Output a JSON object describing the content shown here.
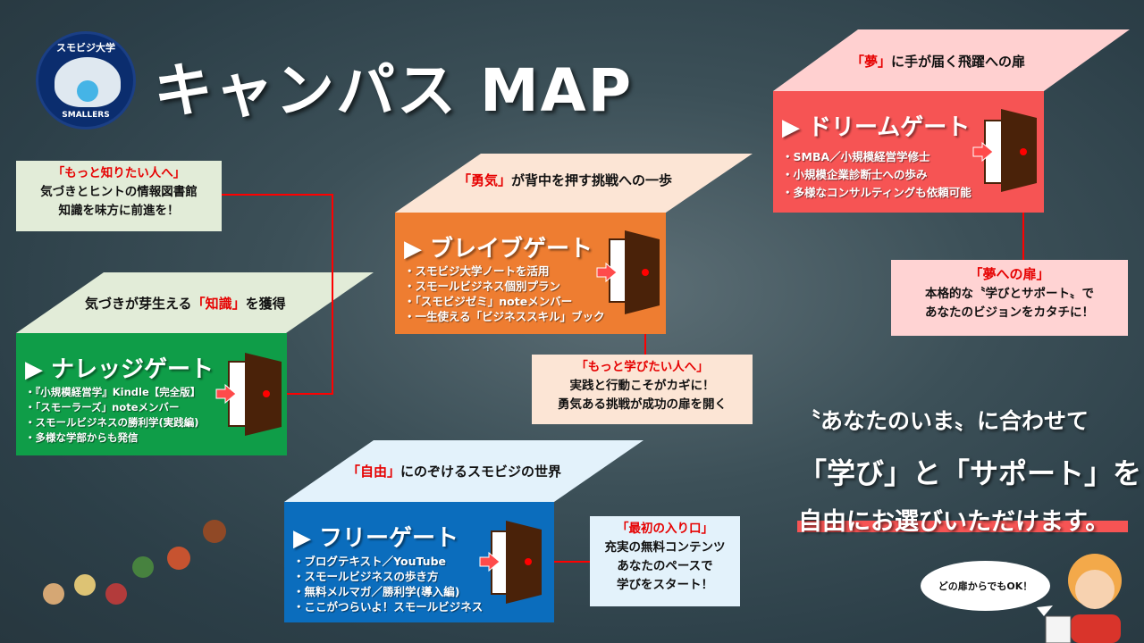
{
  "logo": {
    "top_text": "スモビジ大学",
    "bottom_text": "SMALLERS"
  },
  "title": "キャンパス MAP",
  "gates": {
    "knowledge": {
      "top_pre": "気づきが芽生える",
      "top_em": "「知識」",
      "top_post": "を獲得",
      "title": "▶ ナレッジゲート",
      "items": [
        "・『小規模経営学』Kindle【完全版】",
        "・「スモーラーズ」noteメンバー",
        "・スモールビジネスの勝利学(実践編)",
        "・多様な学部からも発信"
      ],
      "color": "#0f9d48",
      "top_color": "#e2ecd8"
    },
    "brave": {
      "top_pre": "",
      "top_em": "「勇気」",
      "top_post": "が背中を押す挑戦への一歩",
      "title": "▶ ブレイブゲート",
      "items": [
        "・スモビジ大学ノートを活用",
        "・スモールビジネス個別プラン",
        "・「スモビジゼミ」noteメンバー",
        "・一生使える「ビジネススキル」ブック"
      ],
      "color": "#ee7d31",
      "top_color": "#fce5d5"
    },
    "dream": {
      "top_pre": "",
      "top_em": "「夢」",
      "top_post": "に手が届く飛躍への扉",
      "title": "▶ ドリームゲート",
      "items": [
        "・SMBA／小規模経営学修士",
        "・小規模企業診断士への歩み",
        "・多様なコンサルティングも依頼可能"
      ],
      "color": "#f65454",
      "top_color": "#ffd0d0"
    },
    "free": {
      "top_pre": "",
      "top_em": "「自由」",
      "top_post": "にのぞけるスモビジの世界",
      "title": "▶ フリーゲート",
      "items": [
        "・ブログテキスト／YouTube",
        "・スモールビジネスの歩き方",
        "・無料メルマガ／勝利学(導入編)",
        "・ここがつらいよ！スモールビジネス"
      ],
      "color": "#0b6dbd",
      "top_color": "#e3f2fb"
    }
  },
  "notes": {
    "knowledge": {
      "heading": "「もっと知りたい人へ」",
      "lines": [
        "気づきとヒントの情報図書館",
        "知識を味方に前進を！"
      ]
    },
    "brave": {
      "heading": "「もっと学びたい人へ」",
      "lines": [
        "実践と行動こそがカギに！",
        "勇気ある挑戦が成功の扉を開く"
      ]
    },
    "dream": {
      "heading": "「夢への扉」",
      "lines": [
        "本格的な〝学びとサポート〟で",
        "あなたのビジョンをカタチに！"
      ]
    },
    "free": {
      "heading": "「最初の入り口」",
      "lines": [
        "充実の無料コンテンツ",
        "あなたのペースで",
        "学びをスタート！"
      ]
    }
  },
  "message": {
    "line1": "〝あなたのいま〟に合わせて",
    "line2": "「学び」と「サポート」を",
    "line3": "自由にお選びいただけます。"
  },
  "bubble": "どの扉からでもOK！",
  "colors": {
    "accent_red": "#e60000",
    "door": "#4a2209",
    "background": "#2f444e"
  }
}
